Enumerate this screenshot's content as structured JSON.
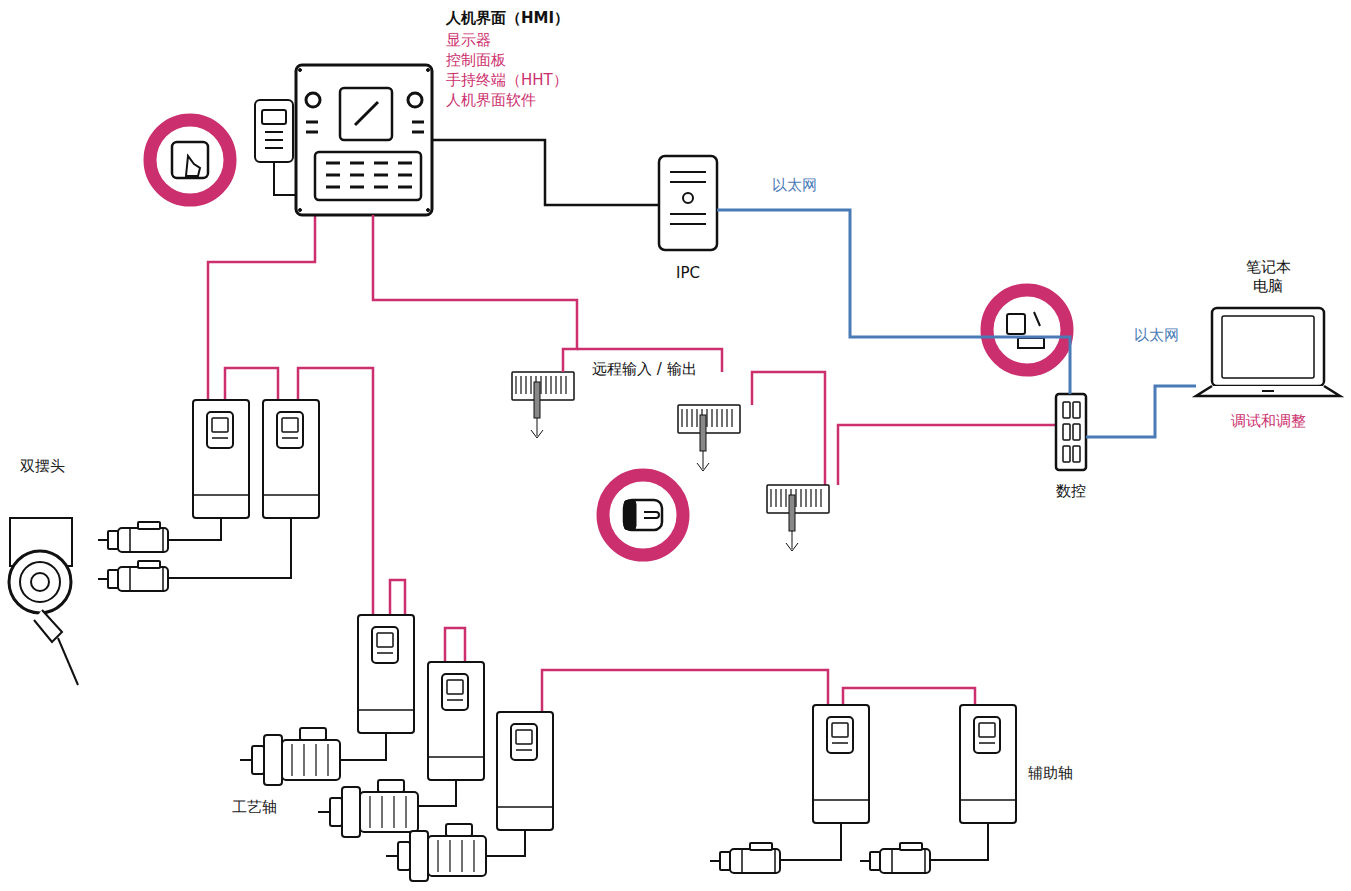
{
  "diagram": {
    "nodes": [
      {
        "text": [
          "人机界面（HMI）",
          "显示器",
          "控制面板",
          "手持终端（HHT）",
          "人机界面软件"
        ]
      },
      {
        "text": [
          "IPC"
        ]
      },
      {
        "text": [
          "笔记本 电脑",
          "调试和调整"
        ]
      },
      {
        "text": [
          "数控"
        ]
      },
      {
        "text": [
          "远程输入 / 输出"
        ]
      }
    ],
    "edges": [
      {
        "from": 0,
        "to": 1,
        "arrow": "none"
      },
      {
        "from": 1,
        "to": 3,
        "label": "以太网",
        "arrow": "none"
      },
      {
        "from": 2,
        "to": 3,
        "label": "以太网",
        "arrow": "none"
      },
      {
        "from": 0,
        "to": 4,
        "arrow": "none"
      }
    ],
    "labels": [
      "双摆头",
      "工艺轴",
      "辅助轴"
    ]
  }
}
